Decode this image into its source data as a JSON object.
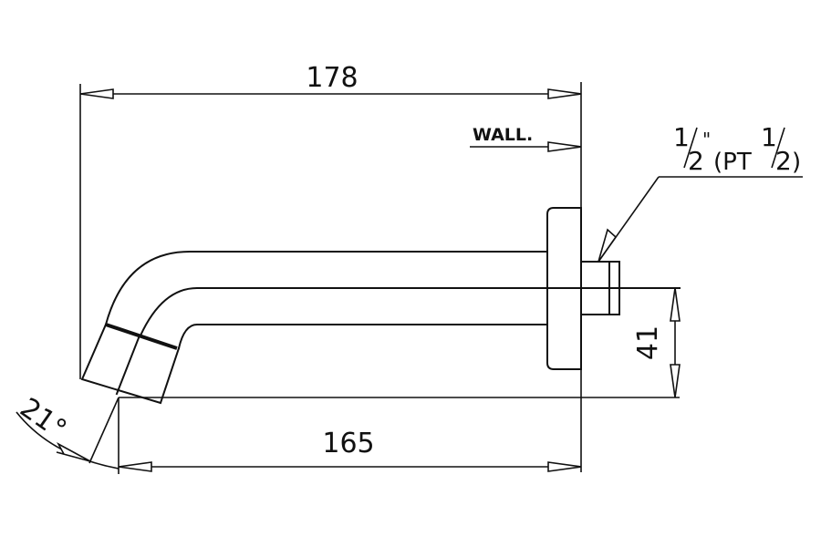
{
  "dimensions": {
    "overall_length": "178",
    "spout_length": "165",
    "height": "41",
    "angle": "21°"
  },
  "labels": {
    "wall": "WALL.",
    "thread_numerator": "1",
    "thread_denominator": "2",
    "thread_inch_mark": "\"",
    "thread_open": "(PT",
    "thread_pt_numerator": "1",
    "thread_pt_denominator": "2",
    "thread_close": ")"
  }
}
